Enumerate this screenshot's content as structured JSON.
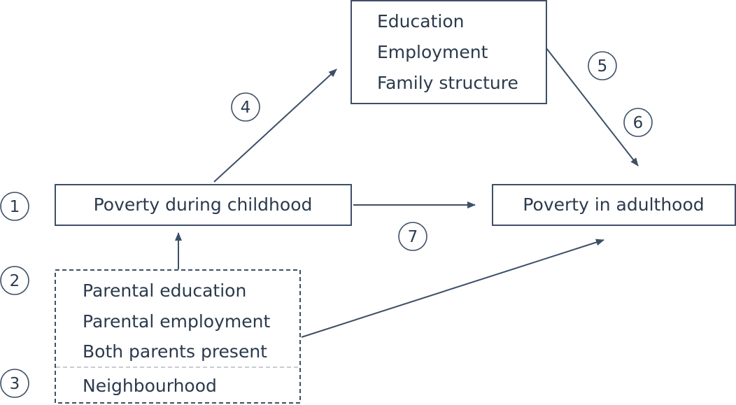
{
  "nodes": {
    "mediators": {
      "items": [
        "Education",
        "Employment",
        "Family structure"
      ]
    },
    "childhood_poverty": {
      "label": "Poverty during childhood"
    },
    "adult_poverty": {
      "label": "Poverty in adulthood"
    },
    "background": {
      "items": [
        "Parental education",
        "Parental employment",
        "Both parents present"
      ],
      "neighbourhood": "Neighbourhood"
    }
  },
  "markers": [
    "1",
    "2",
    "3",
    "4",
    "5",
    "6",
    "7"
  ],
  "colors": {
    "stroke": "#3d4f66",
    "text": "#2b3a4d",
    "divider": "#b8bcc2"
  }
}
